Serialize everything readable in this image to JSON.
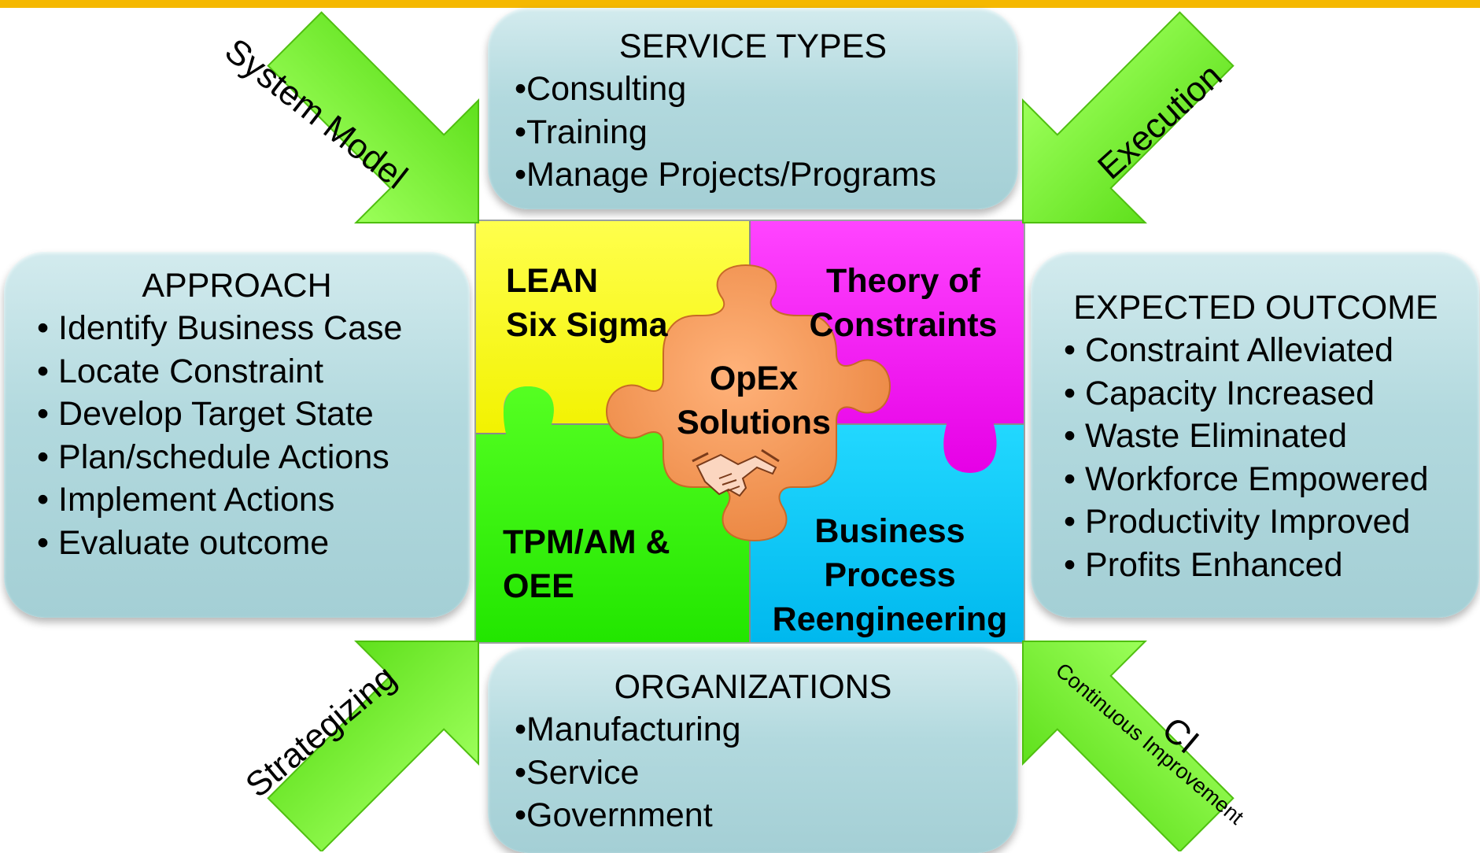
{
  "service_types": {
    "title": "SERVICE TYPES",
    "items": [
      "•Consulting",
      "•Training",
      "•Manage Projects/Programs"
    ]
  },
  "approach": {
    "title": "APPROACH",
    "items": [
      "Identify Business Case",
      "Locate Constraint",
      "Develop Target State",
      "Plan/schedule Actions",
      "Implement Actions",
      "Evaluate outcome"
    ]
  },
  "expected_outcome": {
    "title": "EXPECTED OUTCOME",
    "items": [
      "Constraint Alleviated",
      "Capacity Increased",
      "Waste Eliminated",
      "Workforce Empowered",
      "Productivity Improved",
      "Profits Enhanced"
    ]
  },
  "organizations": {
    "title": "ORGANIZATIONS",
    "items": [
      "•Manufacturing",
      "•Service",
      "•Government"
    ]
  },
  "puzzle": {
    "lean": [
      "LEAN",
      "Six Sigma"
    ],
    "toc": [
      "Theory of",
      "Constraints"
    ],
    "tpm": [
      "TPM/AM &",
      "OEE"
    ],
    "bpr": [
      "Business",
      "Process",
      "Reengineering"
    ],
    "center": [
      "OpEx",
      "Solutions"
    ],
    "colors": {
      "yellow": "#ffff00",
      "magenta": "#ff00ff",
      "green": "#33ff00",
      "cyan": "#00ccff",
      "center": "#f59a52"
    }
  },
  "arrows": {
    "system_model": "System Model",
    "execution": "Execution",
    "strategizing": "Strategizing",
    "ci": "CI",
    "ci_sub": "Continuous Improvement"
  },
  "icons": {
    "handshake": "handshake-icon"
  }
}
